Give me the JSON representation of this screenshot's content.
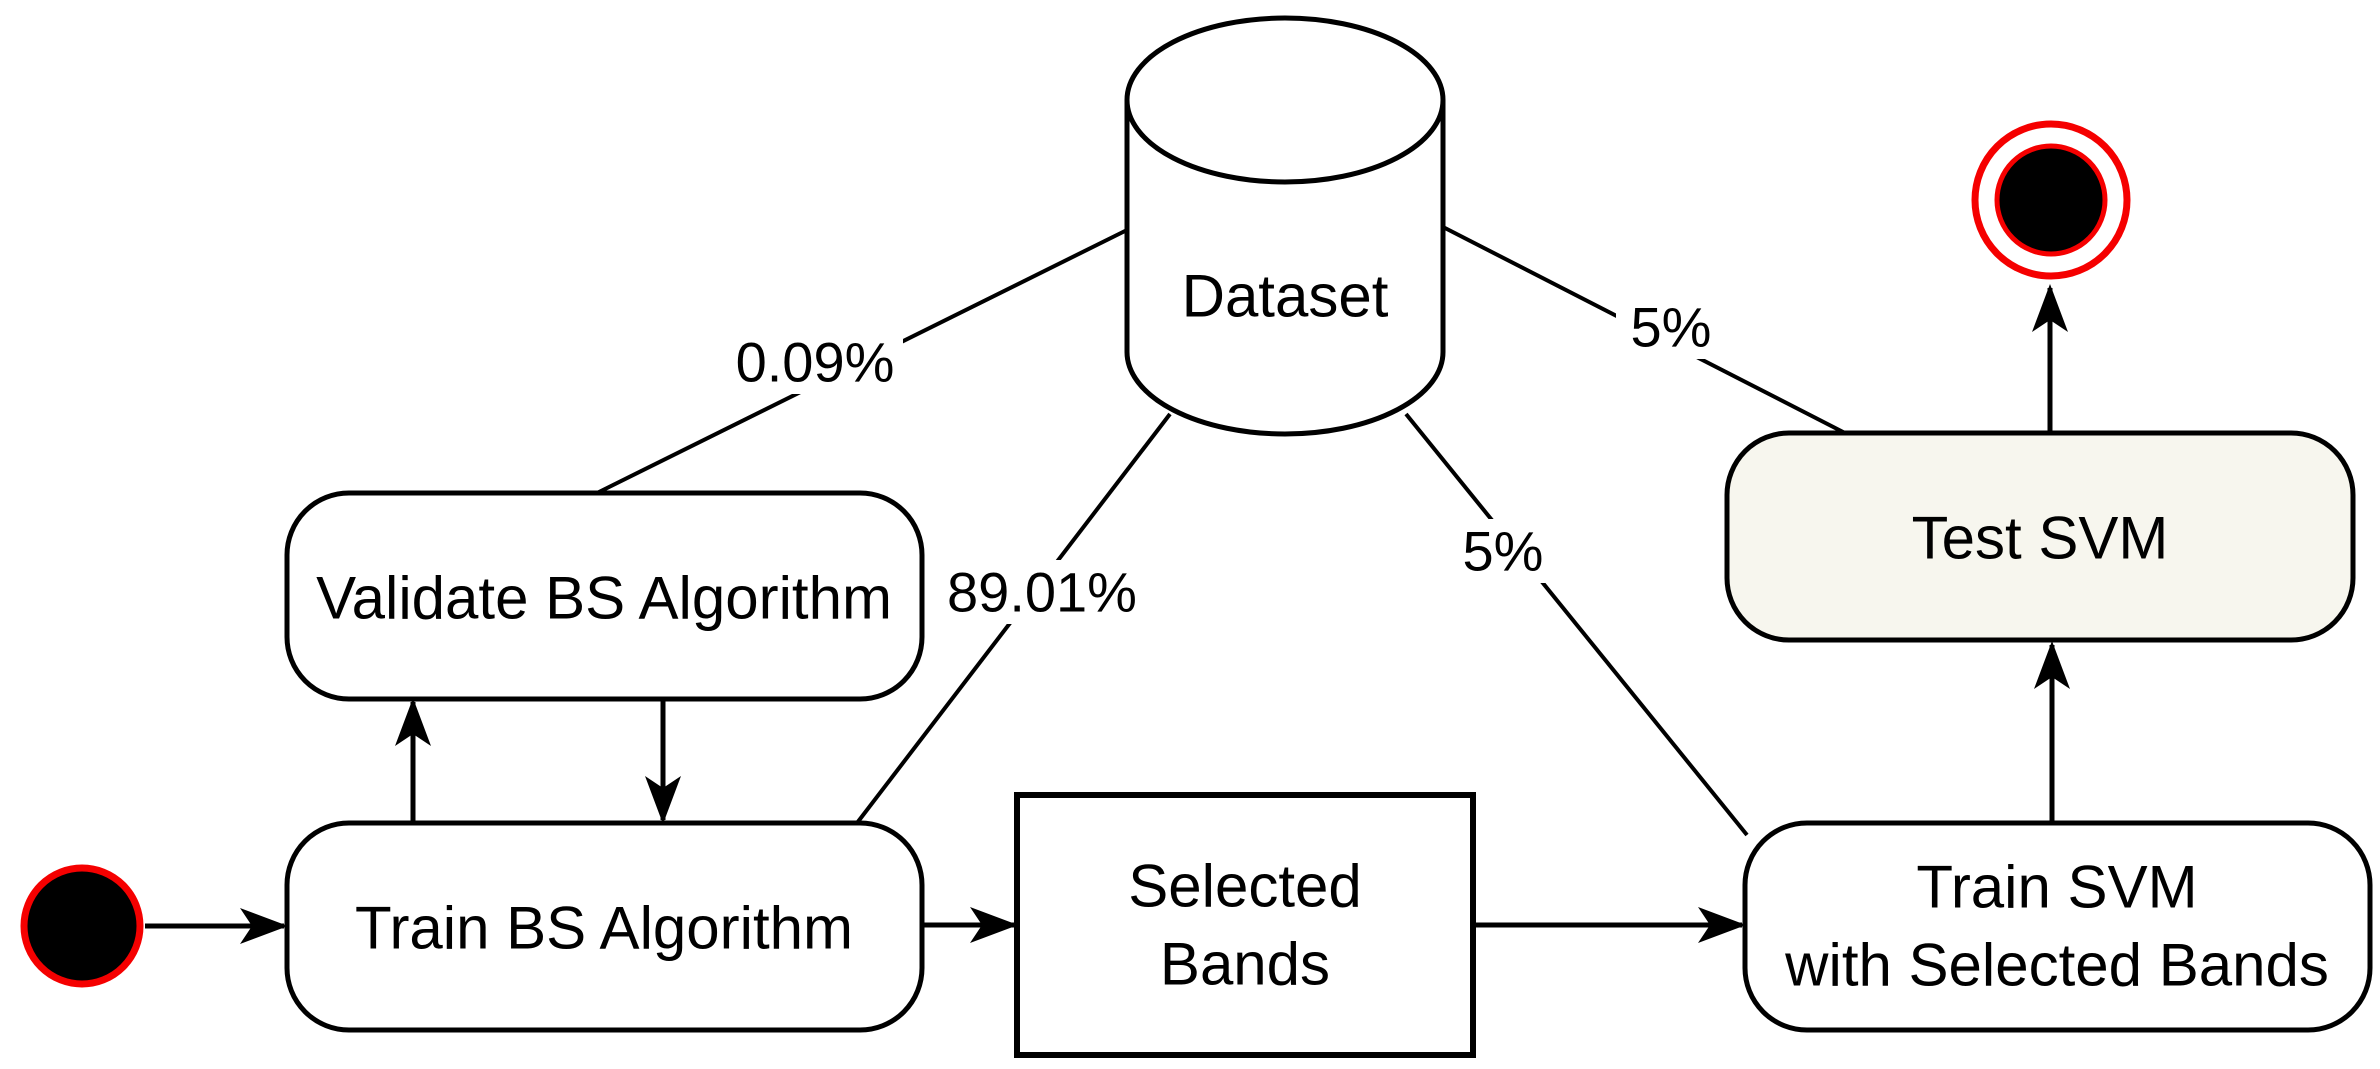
{
  "diagram": {
    "type": "state-flow-diagram",
    "colors": {
      "stroke": "#000000",
      "node_fill": "#ffffff",
      "test_svm_fill": "#f7f6ee",
      "state_accent": "#f50000",
      "state_fill": "#000000",
      "label_bg": "#ffffff"
    },
    "nodes": {
      "dataset": {
        "label": "Dataset",
        "shape": "cylinder"
      },
      "validate_bs": {
        "label": "Validate BS Algorithm",
        "shape": "rounded-rect"
      },
      "train_bs": {
        "label": "Train BS Algorithm",
        "shape": "rounded-rect"
      },
      "selected_bands": {
        "lines": [
          "Selected",
          "Bands"
        ],
        "shape": "rect"
      },
      "train_svm": {
        "lines": [
          "Train SVM",
          "with Selected Bands"
        ],
        "shape": "rounded-rect"
      },
      "test_svm": {
        "label": "Test SVM",
        "shape": "rounded-rect"
      },
      "start_state": {
        "label": "",
        "shape": "initial-state-dot"
      },
      "end_state": {
        "label": "",
        "shape": "final-state-dot"
      }
    },
    "edges": {
      "dataset_to_validate": {
        "label": "0.09%"
      },
      "dataset_to_train_bs": {
        "label": "89.01%"
      },
      "dataset_to_train_svm": {
        "label": "5%"
      },
      "dataset_to_test_svm": {
        "label": "5%"
      },
      "start_to_train_bs": {
        "label": ""
      },
      "train_bs_to_validate": {
        "label": ""
      },
      "validate_to_train_bs": {
        "label": ""
      },
      "train_bs_to_selected_bands": {
        "label": ""
      },
      "selected_bands_to_train_svm": {
        "label": ""
      },
      "train_svm_to_test_svm": {
        "label": ""
      },
      "test_svm_to_end": {
        "label": ""
      }
    }
  }
}
